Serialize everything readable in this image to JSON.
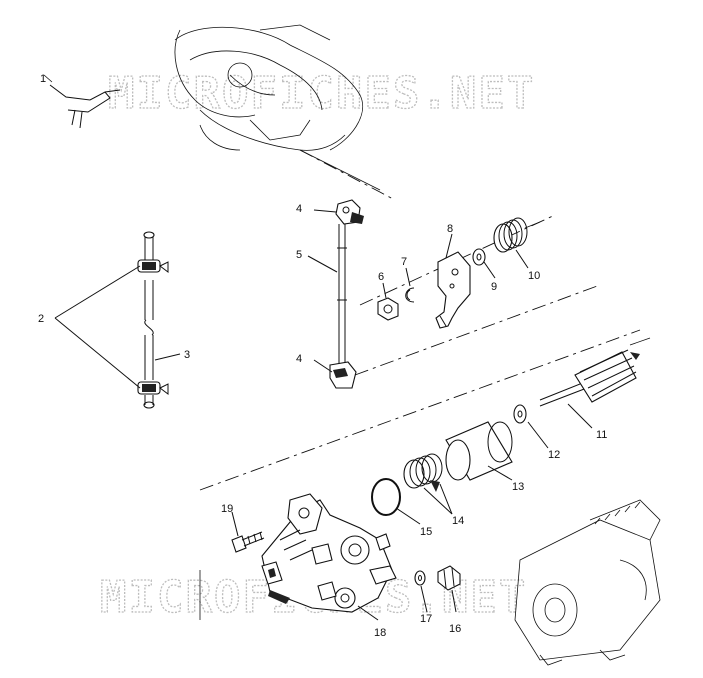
{
  "watermark": {
    "top_text": "MICROFICHES.NET",
    "bottom_text": "MICROFICHES.NET"
  },
  "callouts": {
    "c1": "1",
    "c2": "2",
    "c3": "3",
    "c4_top": "4",
    "c4_bottom": "4",
    "c5": "5",
    "c6": "6",
    "c7": "7",
    "c8": "8",
    "c9": "9",
    "c10": "10",
    "c11": "11",
    "c12": "12",
    "c13": "13",
    "c14": "14",
    "c15": "15",
    "c16": "16",
    "c17": "17",
    "c18": "18",
    "c19": "19"
  }
}
